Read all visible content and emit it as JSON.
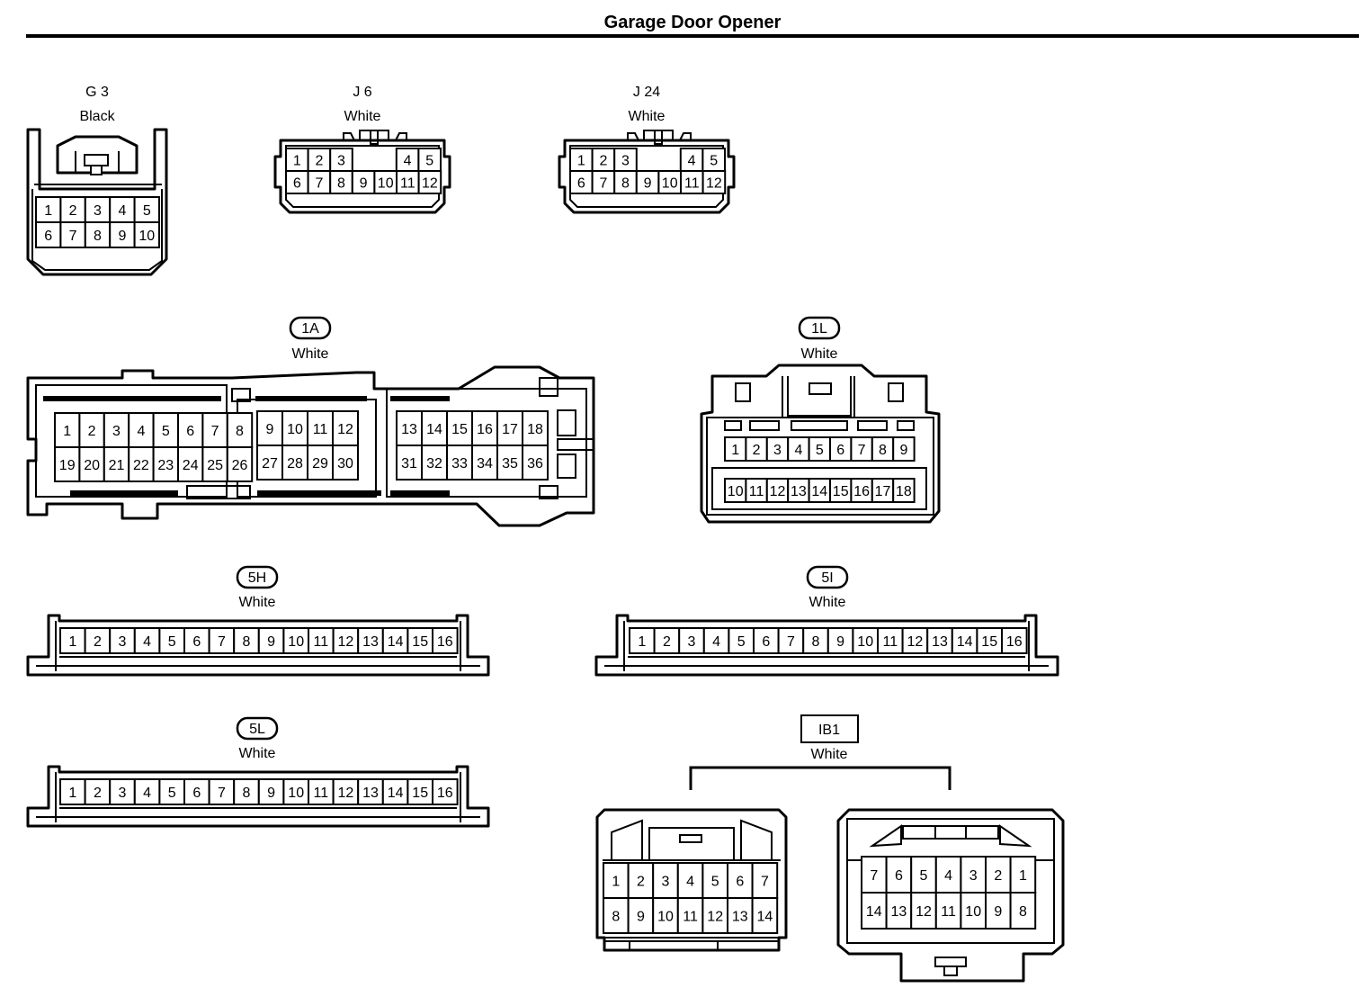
{
  "title": "Garage Door Opener",
  "connectors": [
    {
      "id": "G3",
      "code": "G 3",
      "color": "Black",
      "code_style": "plain",
      "rows": [
        [
          "1",
          "2",
          "3",
          "4",
          "5"
        ],
        [
          "6",
          "7",
          "8",
          "9",
          "10"
        ]
      ]
    },
    {
      "id": "J6",
      "code": "J 6",
      "color": "White",
      "code_style": "plain",
      "rows": [
        [
          "1",
          "2",
          "3",
          "",
          "4",
          "5"
        ],
        [
          "6",
          "7",
          "8",
          "9",
          "10",
          "11",
          "12"
        ]
      ]
    },
    {
      "id": "J24",
      "code": "J 24",
      "color": "White",
      "code_style": "plain",
      "rows": [
        [
          "1",
          "2",
          "3",
          "",
          "4",
          "5"
        ],
        [
          "6",
          "7",
          "8",
          "9",
          "10",
          "11",
          "12"
        ]
      ]
    },
    {
      "id": "1A",
      "code": "1A",
      "color": "White",
      "code_style": "pill",
      "groups": [
        {
          "rows": [
            [
              "1",
              "2",
              "3",
              "4",
              "5",
              "6",
              "7",
              "8"
            ],
            [
              "19",
              "20",
              "21",
              "22",
              "23",
              "24",
              "25",
              "26"
            ]
          ]
        },
        {
          "rows": [
            [
              "9",
              "10",
              "11",
              "12"
            ],
            [
              "27",
              "28",
              "29",
              "30"
            ]
          ]
        },
        {
          "rows": [
            [
              "13",
              "14",
              "15",
              "16",
              "17",
              "18"
            ],
            [
              "31",
              "32",
              "33",
              "34",
              "35",
              "36"
            ]
          ]
        }
      ]
    },
    {
      "id": "1L",
      "code": "1L",
      "color": "White",
      "code_style": "pill",
      "rows": [
        [
          "1",
          "2",
          "3",
          "4",
          "5",
          "6",
          "7",
          "8",
          "9"
        ],
        [
          "10",
          "11",
          "12",
          "13",
          "14",
          "15",
          "16",
          "17",
          "18"
        ]
      ]
    },
    {
      "id": "5H",
      "code": "5H",
      "color": "White",
      "code_style": "pill",
      "rows": [
        [
          "1",
          "2",
          "3",
          "4",
          "5",
          "6",
          "7",
          "8",
          "9",
          "10",
          "11",
          "12",
          "13",
          "14",
          "15",
          "16"
        ]
      ]
    },
    {
      "id": "5I",
      "code": "5I",
      "color": "White",
      "code_style": "pill",
      "rows": [
        [
          "1",
          "2",
          "3",
          "4",
          "5",
          "6",
          "7",
          "8",
          "9",
          "10",
          "11",
          "12",
          "13",
          "14",
          "15",
          "16"
        ]
      ]
    },
    {
      "id": "5L",
      "code": "5L",
      "color": "White",
      "code_style": "pill",
      "rows": [
        [
          "1",
          "2",
          "3",
          "4",
          "5",
          "6",
          "7",
          "8",
          "9",
          "10",
          "11",
          "12",
          "13",
          "14",
          "15",
          "16"
        ]
      ]
    },
    {
      "id": "IB1",
      "code": "IB1",
      "color": "White",
      "code_style": "box",
      "parts": [
        {
          "rows": [
            [
              "1",
              "2",
              "3",
              "4",
              "5",
              "6",
              "7"
            ],
            [
              "8",
              "9",
              "10",
              "11",
              "12",
              "13",
              "14"
            ]
          ]
        },
        {
          "rows": [
            [
              "7",
              "6",
              "5",
              "4",
              "3",
              "2",
              "1"
            ],
            [
              "14",
              "13",
              "12",
              "11",
              "10",
              "9",
              "8"
            ]
          ]
        }
      ]
    }
  ]
}
